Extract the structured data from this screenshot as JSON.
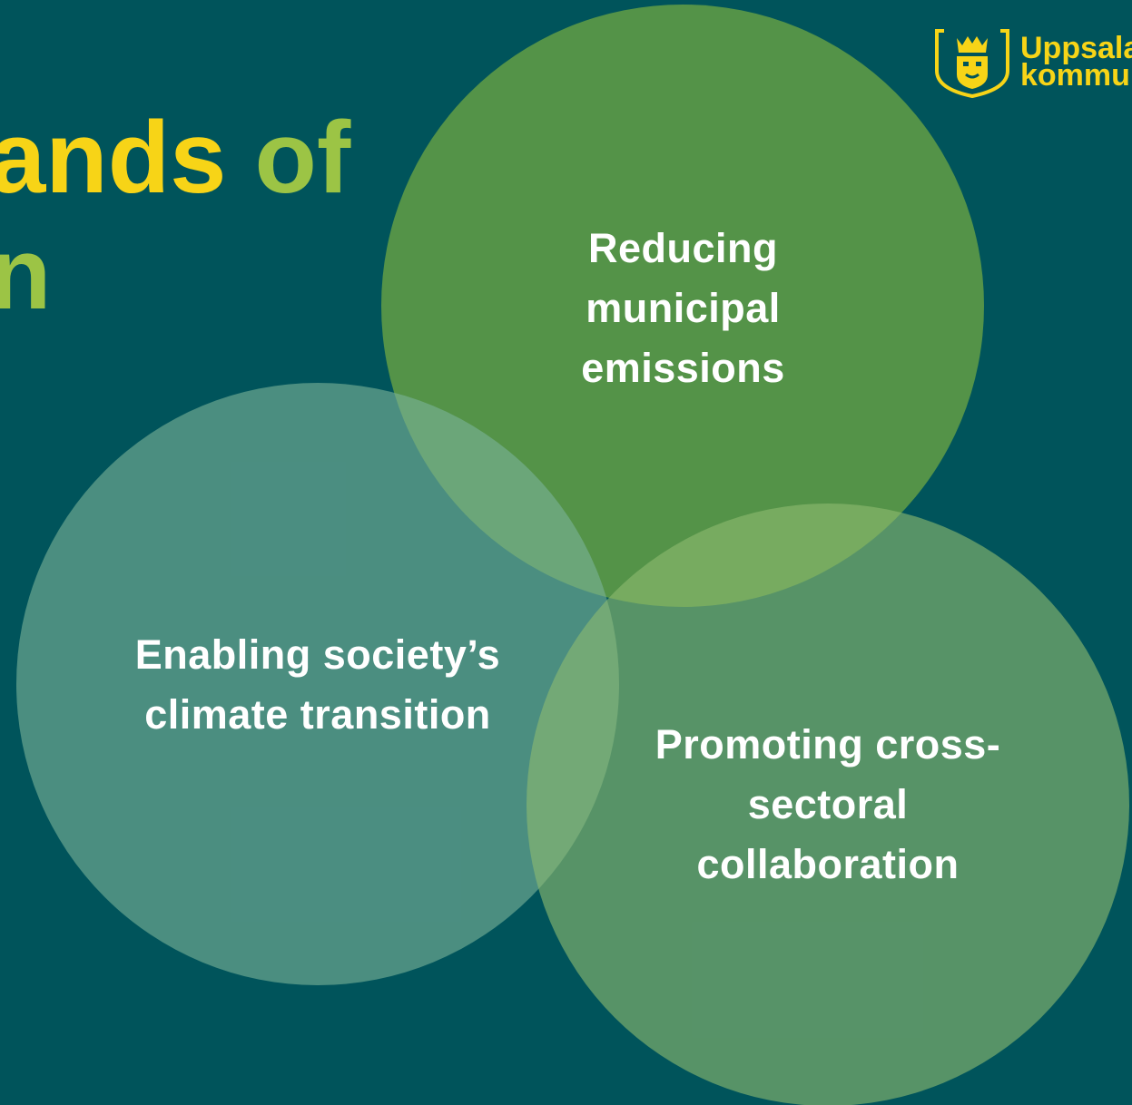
{
  "title": {
    "line1_a": "ands",
    "line1_b": " of",
    "line2": "n"
  },
  "logo": {
    "text": "Uppsala\nkommun",
    "icon": "lion-crown-shield-icon",
    "color": "#f7d417"
  },
  "circles": {
    "top": {
      "label": "Reducing\nmunicipal\nemissions",
      "color": "#549348"
    },
    "left": {
      "label": "Enabling society’s\nclimate transition",
      "color": "#4f9187"
    },
    "right": {
      "label": "Promoting cross-\nsectoral\ncollaboration",
      "color": "#619a70"
    }
  },
  "colors": {
    "background": "#00545b",
    "accent_yellow": "#f7d417",
    "accent_green": "#9cc445"
  }
}
